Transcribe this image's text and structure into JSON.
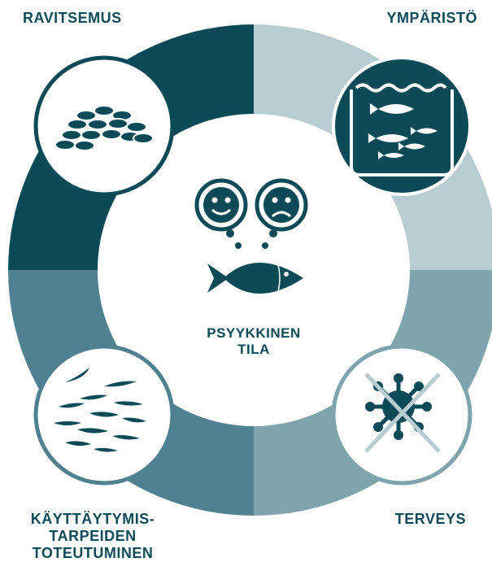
{
  "labels": {
    "top_left": "RAVITSEMUS",
    "top_right": "YMPÄRISTÖ",
    "bottom_left": [
      "KÄYTTÄYTYMIS-",
      "TARPEIDEN",
      "TOTEUTUMINEN"
    ],
    "bottom_right": "TERVEYS",
    "center": [
      "PSYYKKINEN",
      "TILA"
    ]
  },
  "colors": {
    "dark": "#0d4a57",
    "light": "#b8cdd2",
    "mid": "#4f8190",
    "mid_light": "#7fa4ae",
    "white": "#ffffff"
  },
  "icons": [
    "food-pellets-icon",
    "fish-tank-icon",
    "fish-school-icon",
    "crossed-virus-icon",
    "smiley-face-icon",
    "sad-face-icon",
    "fish-icon"
  ]
}
